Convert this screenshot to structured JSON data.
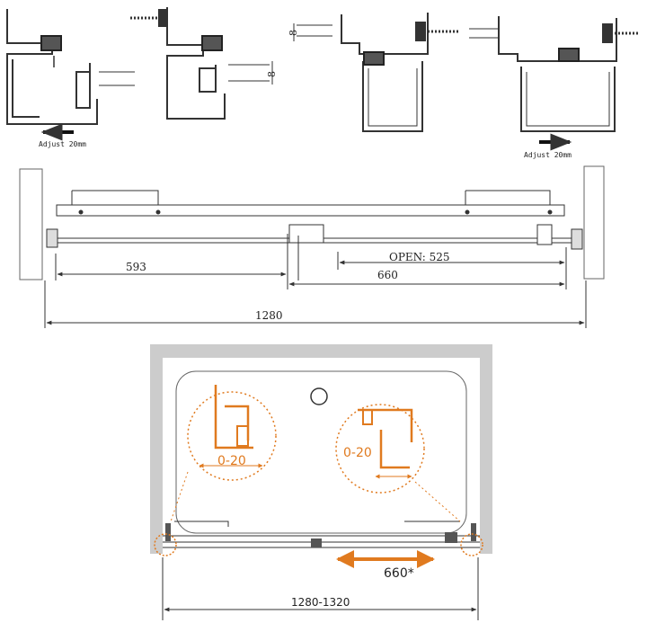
{
  "profiles": {
    "adjust_left": "Adjust 20mm",
    "adjust_right": "Adjust 20mm",
    "gap_a": "8",
    "gap_b": "8"
  },
  "plan": {
    "open": "OPEN: 525",
    "dim_left": "593",
    "dim_panel": "660",
    "overall": "1280"
  },
  "install": {
    "range_left": "0-20",
    "range_right": "0-20",
    "travel": "660*",
    "overall": "1280-1320"
  },
  "colors": {
    "line": "#333333",
    "accent": "#e07a1f",
    "wall": "#cccccc"
  }
}
